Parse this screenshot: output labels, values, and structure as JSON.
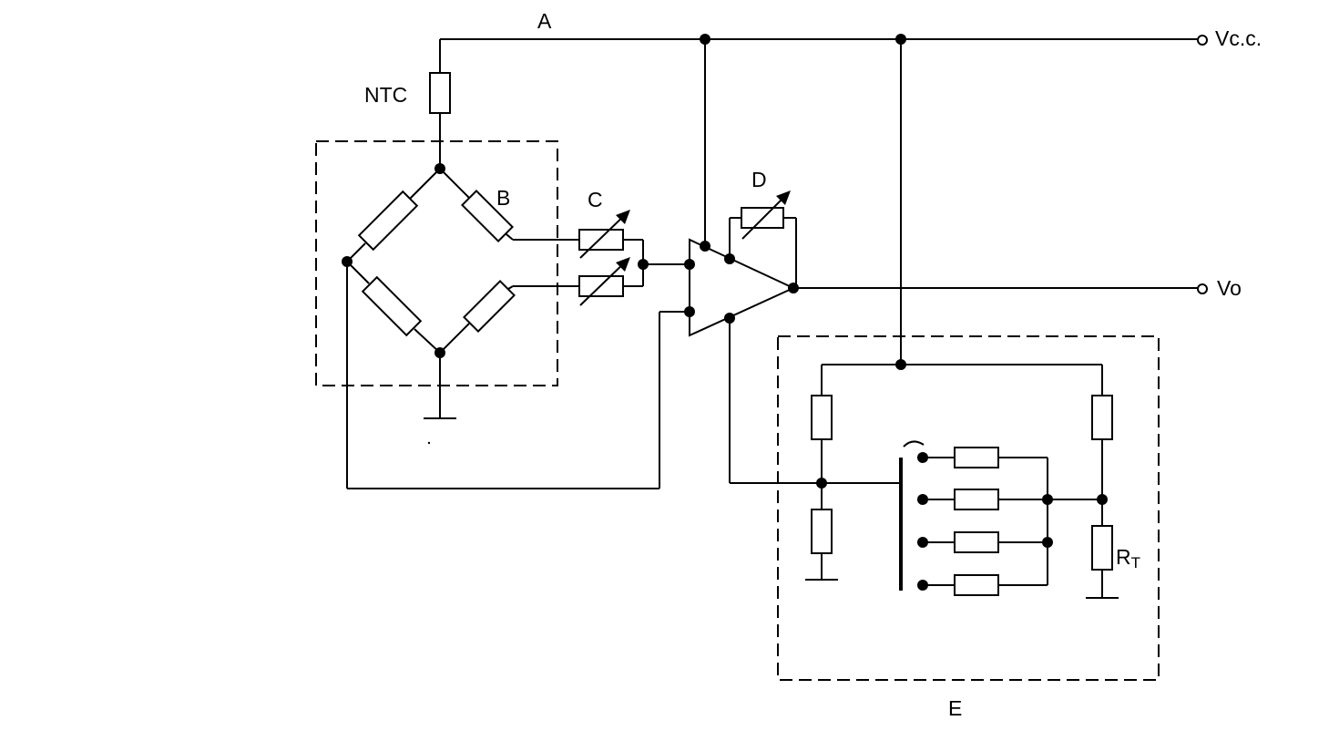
{
  "labels": {
    "a": "A",
    "b": "B",
    "c": "C",
    "d": "D",
    "e": "E",
    "ntc": "NTC",
    "vcc": "Vc.c.",
    "vo": "Vo",
    "rt_main": "R",
    "rt_sub": "T"
  },
  "colors": {
    "ink": "#000000",
    "background": "#ffffff"
  }
}
